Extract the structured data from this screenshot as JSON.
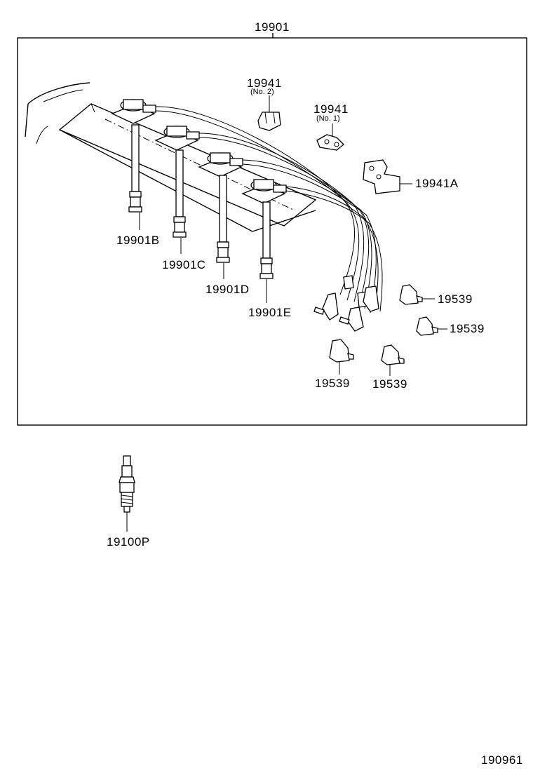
{
  "labels": {
    "assembly": "19901",
    "clamp_no2": "19941",
    "clamp_no2_sub": "(No. 2)",
    "clamp_no1": "19941",
    "clamp_no1_sub": "(No. 1)",
    "clamp_a": "19941A",
    "cord_b": "19901B",
    "cord_c": "19901C",
    "cord_d": "19901D",
    "cord_e": "19901E",
    "boot_1": "19539",
    "boot_2": "19539",
    "boot_3": "19539",
    "boot_4": "19539",
    "spark_plug": "19100P",
    "figure_no": "190961"
  }
}
